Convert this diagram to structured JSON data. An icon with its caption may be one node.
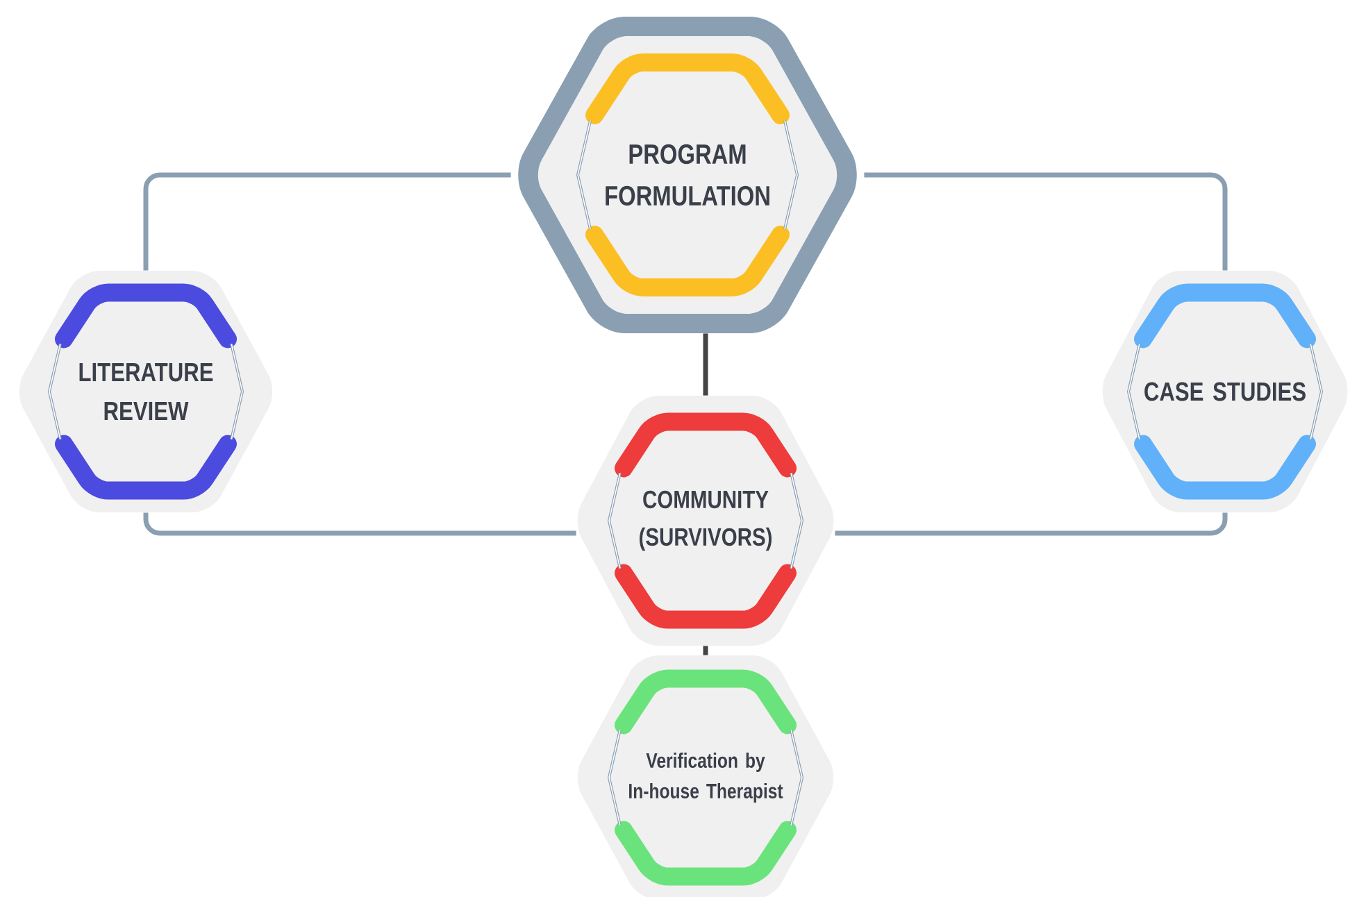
{
  "diagram": {
    "nodes": [
      {
        "text": [
          "PROGRAM FORMULATION"
        ]
      },
      {
        "text": [
          "LITERATURE REVIEW"
        ]
      },
      {
        "text": [
          "CASE STUDIES"
        ]
      },
      {
        "text": [
          "COMMUNITY (SURVIVORS)"
        ]
      },
      {
        "text": [
          "Verification by In-house Therapist"
        ]
      }
    ],
    "edges": [
      {
        "from": 0,
        "to": 1,
        "arrow": "none"
      },
      {
        "from": 0,
        "to": 2,
        "arrow": "none"
      },
      {
        "from": 0,
        "to": 3,
        "arrow": "none",
        "color": "#444444"
      },
      {
        "from": 1,
        "to": 3,
        "arrow": "none"
      },
      {
        "from": 2,
        "to": 3,
        "arrow": "none"
      },
      {
        "from": 3,
        "to": 4,
        "arrow": "none",
        "color": "#444444"
      }
    ]
  }
}
